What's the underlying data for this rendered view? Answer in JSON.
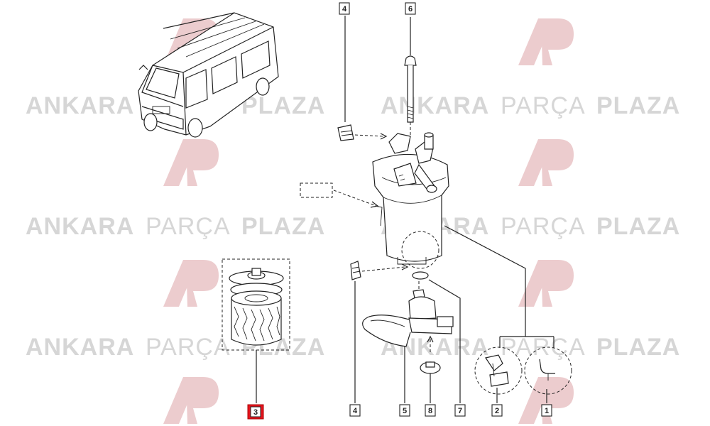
{
  "watermark": {
    "word_one": "ANKARA",
    "word_two": "PARÇA",
    "word_three": "PLAZA",
    "logo_color": "#e8c2c5",
    "text_color": "#d6d6d6"
  },
  "callouts": [
    {
      "label": "4",
      "selected": false
    },
    {
      "label": "6",
      "selected": false
    },
    {
      "label": "3",
      "selected": true
    },
    {
      "label": "4",
      "selected": false
    },
    {
      "label": "5",
      "selected": false
    },
    {
      "label": "8",
      "selected": false
    },
    {
      "label": "7",
      "selected": false
    },
    {
      "label": "2",
      "selected": false
    },
    {
      "label": "1",
      "selected": false
    }
  ],
  "colors": {
    "selected_callout": "#e5141e",
    "line": "#222222"
  }
}
